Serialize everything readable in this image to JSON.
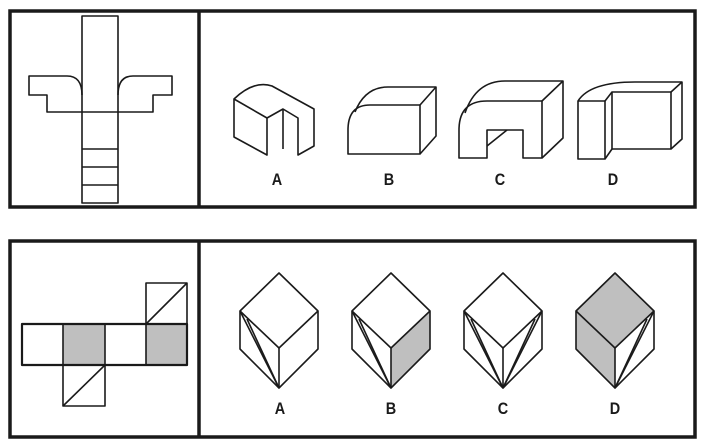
{
  "puzzles": [
    {
      "options": [
        {
          "label": "A"
        },
        {
          "label": "B"
        },
        {
          "label": "C"
        },
        {
          "label": "D"
        }
      ]
    },
    {
      "options": [
        {
          "label": "A"
        },
        {
          "label": "B"
        },
        {
          "label": "C"
        },
        {
          "label": "D"
        }
      ]
    }
  ],
  "colors": {
    "line": "#1a1a1a",
    "shade": "#bfbfbf"
  }
}
